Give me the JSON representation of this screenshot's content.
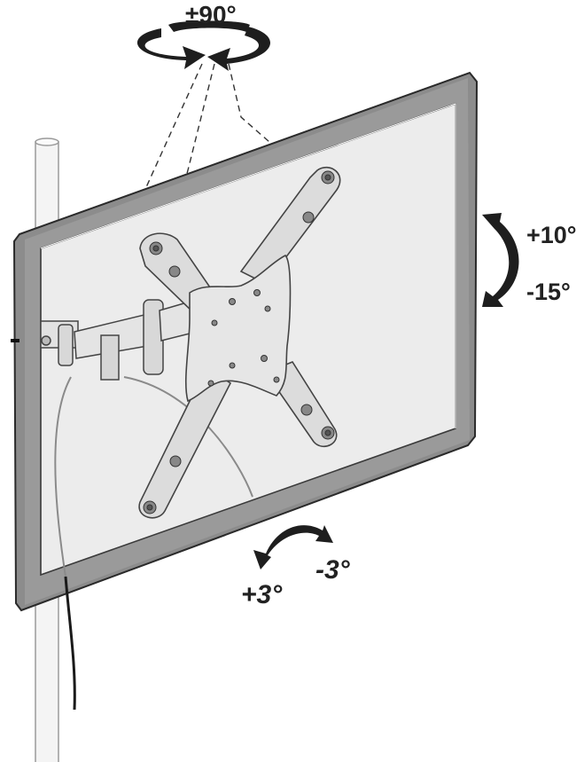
{
  "labels": {
    "swivel": "±90°",
    "tilt_up": "+10°",
    "tilt_down": "-15°",
    "rotate_pos": "+3°",
    "rotate_neg": "-3°"
  },
  "colors": {
    "frame": "#8c8c8c",
    "frame_outline": "#2a2a2a",
    "screen": "#ececec",
    "mount": "#dcdcdc",
    "arrow": "#1e1e1e",
    "pole": "#f4f4f4"
  },
  "icons": [
    "swivel-arrow-icon",
    "tilt-arrow-icon",
    "rotation-arrow-icon"
  ]
}
